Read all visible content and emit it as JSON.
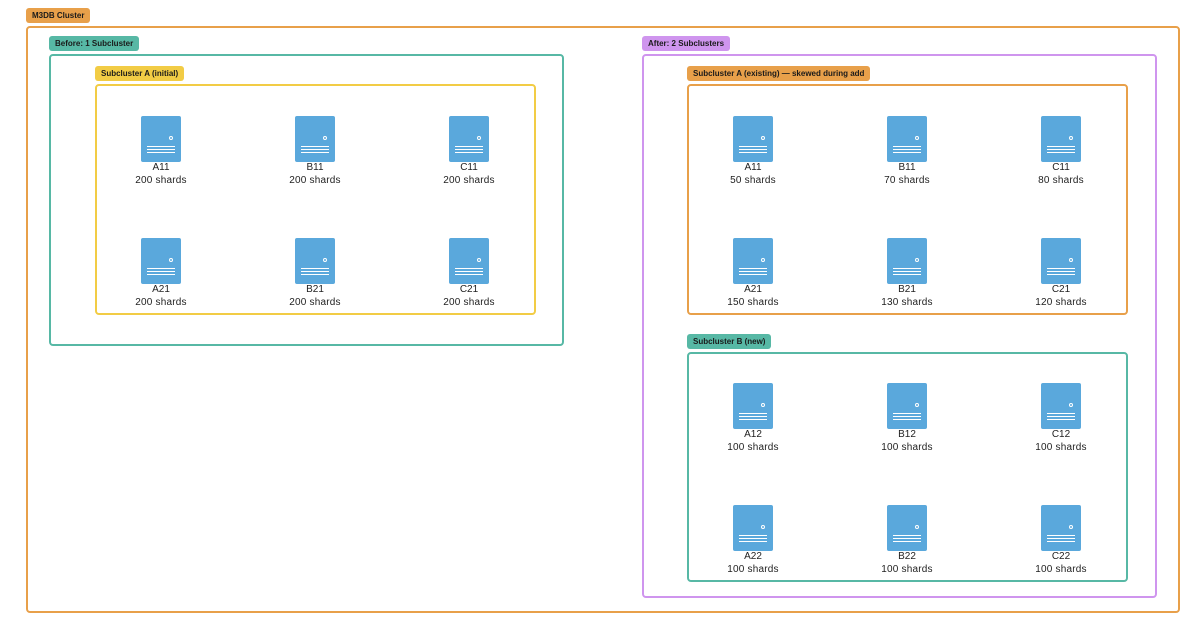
{
  "colors": {
    "orange": "#e8a04a",
    "teal": "#57b8a5",
    "yellow": "#f2cc45",
    "purple": "#cf95ee",
    "server": "#5aa8dc"
  },
  "cluster": {
    "label": "M3DB Cluster"
  },
  "before": {
    "label": "Before: 1 Subcluster",
    "subcluster_a": {
      "label": "Subcluster A (initial)",
      "nodes": [
        {
          "name": "A11",
          "shards": "200 shards"
        },
        {
          "name": "B11",
          "shards": "200 shards"
        },
        {
          "name": "C11",
          "shards": "200 shards"
        },
        {
          "name": "A21",
          "shards": "200 shards"
        },
        {
          "name": "B21",
          "shards": "200 shards"
        },
        {
          "name": "C21",
          "shards": "200 shards"
        }
      ]
    }
  },
  "after": {
    "label": "After: 2 Subclusters",
    "subcluster_a": {
      "label": "Subcluster A (existing) — skewed during add",
      "nodes": [
        {
          "name": "A11",
          "shards": "50 shards"
        },
        {
          "name": "B11",
          "shards": "70 shards"
        },
        {
          "name": "C11",
          "shards": "80 shards"
        },
        {
          "name": "A21",
          "shards": "150 shards"
        },
        {
          "name": "B21",
          "shards": "130 shards"
        },
        {
          "name": "C21",
          "shards": "120 shards"
        }
      ]
    },
    "subcluster_b": {
      "label": "Subcluster B (new)",
      "nodes": [
        {
          "name": "A12",
          "shards": "100 shards"
        },
        {
          "name": "B12",
          "shards": "100 shards"
        },
        {
          "name": "C12",
          "shards": "100 shards"
        },
        {
          "name": "A22",
          "shards": "100 shards"
        },
        {
          "name": "B22",
          "shards": "100 shards"
        },
        {
          "name": "C22",
          "shards": "100 shards"
        }
      ]
    }
  },
  "icons": {
    "node": "server-icon"
  }
}
